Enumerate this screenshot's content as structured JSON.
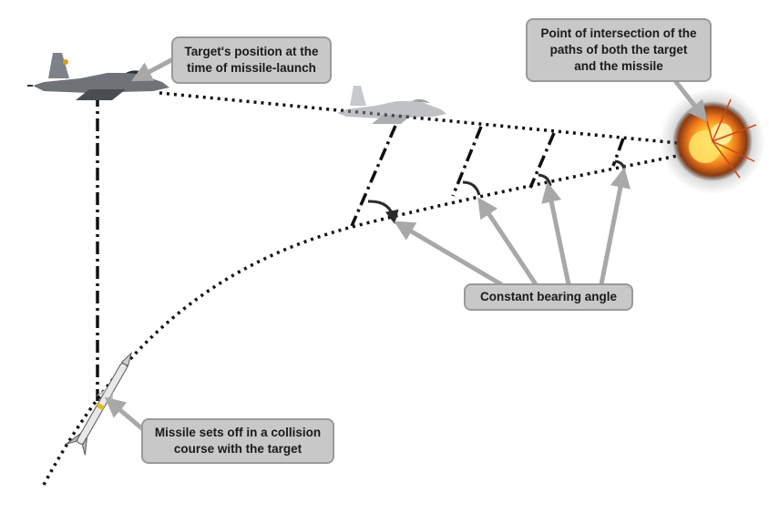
{
  "callouts": {
    "launch": {
      "line1": "Target's position at the",
      "line2": "time of missile-launch"
    },
    "intersection": {
      "line1": "Point of intersection of the",
      "line2": "paths of both the target",
      "line3": "and the missile"
    },
    "bearing": {
      "text": "Constant bearing angle"
    },
    "missile": {
      "line1": "Missile sets off in a collision",
      "line2": "course with the target"
    }
  },
  "colors": {
    "callout_fill": "#c8c8c8",
    "callout_border": "#9a9a9a",
    "arrow": "#a8a8a8",
    "path": "#111111",
    "explosion_core": "#ffd24a"
  },
  "icons": [
    "fighter-jet-icon",
    "missile-icon",
    "explosion-icon"
  ]
}
